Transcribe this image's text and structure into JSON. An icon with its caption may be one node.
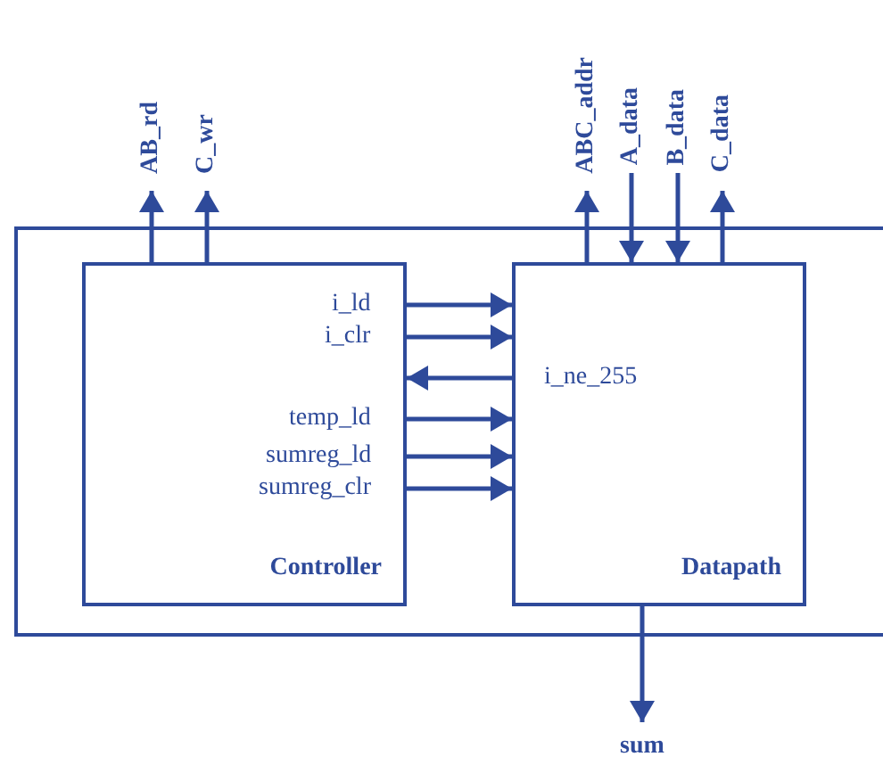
{
  "diagram": {
    "nodes": [
      {
        "text": [],
        "shape": "box"
      },
      {
        "text": [
          "Controller"
        ],
        "in": 0
      },
      {
        "text": [
          "Datapath"
        ],
        "in": 0
      }
    ],
    "edges": [
      {
        "from": 1,
        "to": null,
        "arrow": "to",
        "label": "AB_rd"
      },
      {
        "from": 1,
        "to": null,
        "arrow": "to",
        "label": "C_wr"
      },
      {
        "from": 2,
        "to": null,
        "arrow": "to",
        "label": "ABC_addr"
      },
      {
        "from": null,
        "to": 2,
        "arrow": "to",
        "label": "A_data"
      },
      {
        "from": null,
        "to": 2,
        "arrow": "to",
        "label": "B_data"
      },
      {
        "from": 2,
        "to": null,
        "arrow": "to",
        "label": "C_data"
      },
      {
        "from": 1,
        "to": 2,
        "arrow": "to",
        "label": "i_ld"
      },
      {
        "from": 1,
        "to": 2,
        "arrow": "to",
        "label": "i_clr"
      },
      {
        "from": 2,
        "to": 1,
        "arrow": "to",
        "label": "i_ne_255"
      },
      {
        "from": 1,
        "to": 2,
        "arrow": "to",
        "label": "temp_ld"
      },
      {
        "from": 1,
        "to": 2,
        "arrow": "to",
        "label": "sumreg_ld"
      },
      {
        "from": 1,
        "to": 2,
        "arrow": "to",
        "label": "sumreg_clr"
      },
      {
        "from": 2,
        "to": null,
        "arrow": "to",
        "label": "sum"
      }
    ]
  }
}
